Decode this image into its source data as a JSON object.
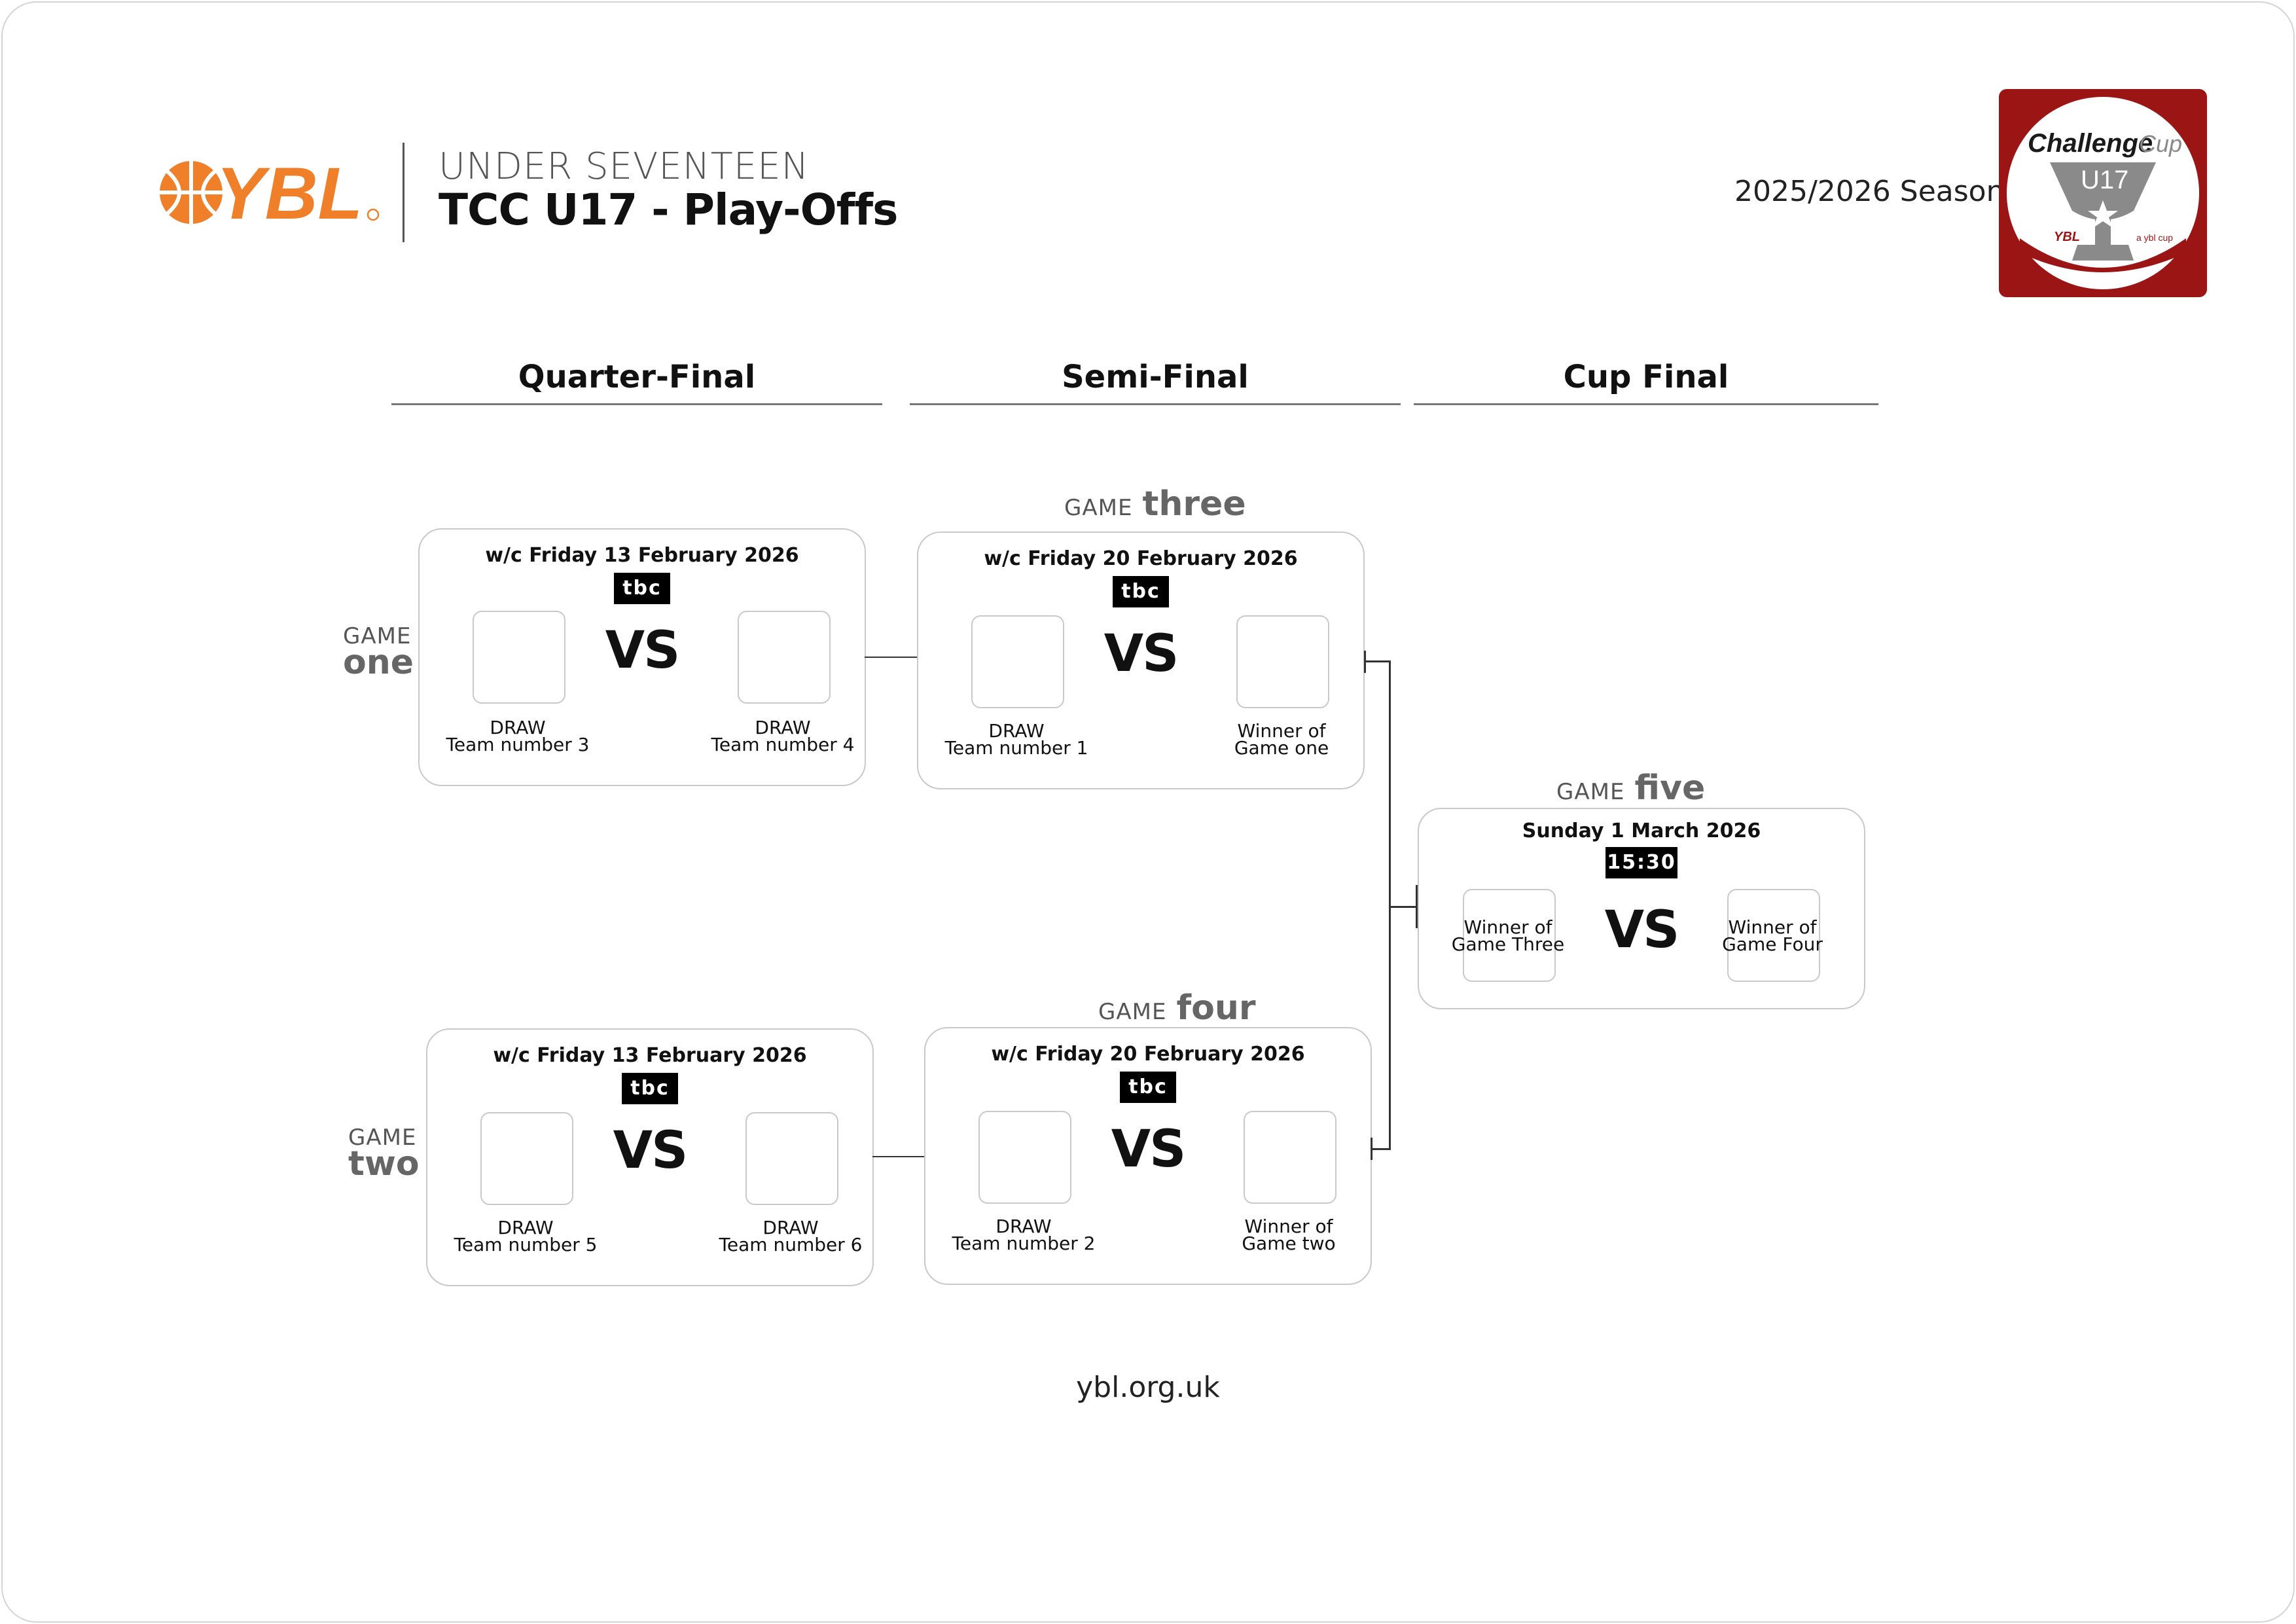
{
  "header": {
    "logo_text": "YBL",
    "subtitle": "UNDER SEVENTEEN",
    "title": "TCC U17 - Play-Offs",
    "season": "2025/2026 Season",
    "badge": {
      "line1": "Challenge",
      "line2": "Cup",
      "age": "U17",
      "small_logo": "YBL",
      "tagline": "a ybl cup"
    }
  },
  "rounds": [
    "Quarter-Final",
    "Semi-Final",
    "Cup Final"
  ],
  "games": {
    "one": {
      "label_small": "GAME",
      "label_big": "one",
      "date": "w/c Friday 13 February 2026",
      "time": "tbc",
      "vs": "VS",
      "home": [
        "DRAW",
        "Team number 3"
      ],
      "away": [
        "DRAW",
        "Team number 4"
      ]
    },
    "two": {
      "label_small": "GAME",
      "label_big": "two",
      "date": "w/c Friday 13 February 2026",
      "time": "tbc",
      "vs": "VS",
      "home": [
        "DRAW",
        "Team number 5"
      ],
      "away": [
        "DRAW",
        "Team number 6"
      ]
    },
    "three": {
      "label_small": "GAME",
      "label_big": "three",
      "date": "w/c Friday 20 February 2026",
      "time": "tbc",
      "vs": "VS",
      "home": [
        "DRAW",
        "Team number 1"
      ],
      "away": [
        "Winner of",
        "Game one"
      ]
    },
    "four": {
      "label_small": "GAME",
      "label_big": "four",
      "date": "w/c Friday 20 February 2026",
      "time": "tbc",
      "vs": "VS",
      "home": [
        "DRAW",
        "Team number 2"
      ],
      "away": [
        "Winner of",
        "Game two"
      ]
    },
    "five": {
      "label_small": "GAME",
      "label_big": "five",
      "date": "Sunday 1 March  2026",
      "time": "15:30",
      "vs": "VS",
      "home": [
        "Winner of",
        "Game Three"
      ],
      "away": [
        "Winner of",
        "Game Four"
      ]
    }
  },
  "colors": {
    "brand_orange": "#f07f2a",
    "badge_red": "#9b1515",
    "text_dark": "#111111",
    "label_grey": "#666666"
  },
  "footer": {
    "url": "ybl.org.uk"
  }
}
